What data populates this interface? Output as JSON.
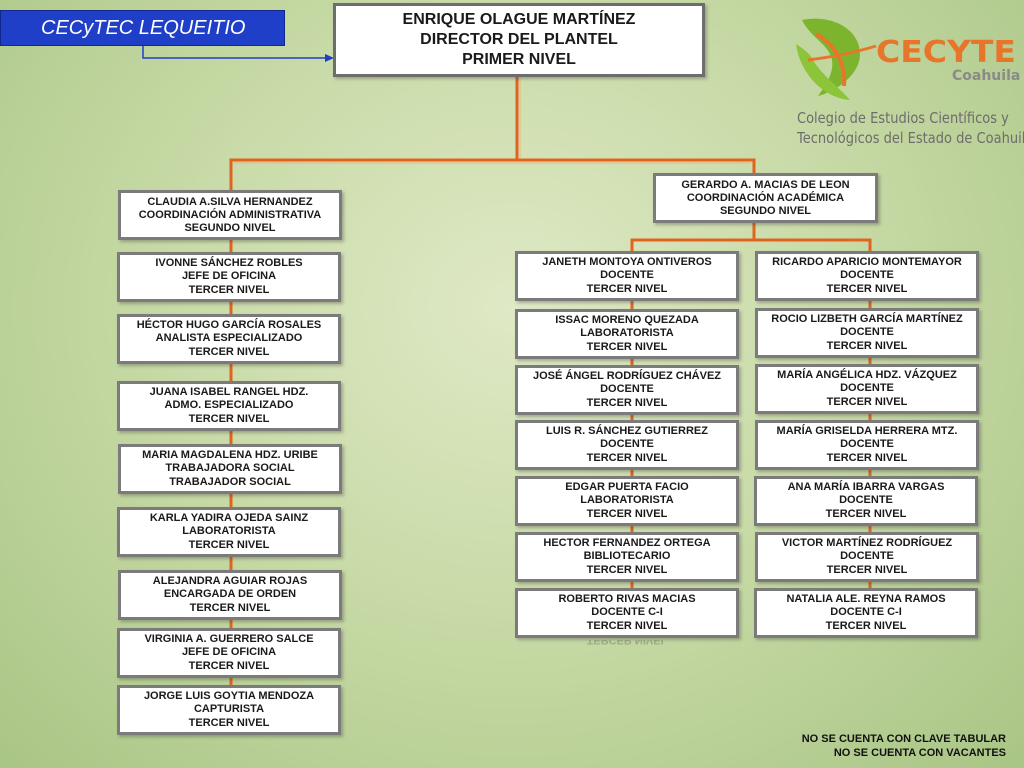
{
  "campus_label": "CECyTEC LEQUEITIO",
  "logo": {
    "brand": "CECYTE",
    "region": "Coahuila",
    "line1": "Colegio de Estudios Científicos y",
    "line2": "Tecnológicos del Estado de Coahuila"
  },
  "director": [
    "ENRIQUE OLAGUE MARTÍNEZ",
    "DIRECTOR DEL PLANTEL",
    "PRIMER NIVEL"
  ],
  "admin_head": [
    "CLAUDIA A.SILVA HERNANDEZ",
    "COORDINACIÓN ADMINISTRATIVA",
    "SEGUNDO NIVEL"
  ],
  "academic_head": [
    "GERARDO A. MACIAS DE LEON",
    "COORDINACIÓN ACADÉMICA",
    "SEGUNDO NIVEL"
  ],
  "admin_staff": [
    [
      "IVONNE SÁNCHEZ ROBLES",
      "JEFE DE OFICINA",
      "TERCER NIVEL"
    ],
    [
      "HÉCTOR HUGO GARCÍA ROSALES",
      "ANALISTA  ESPECIALIZADO",
      "TERCER NIVEL"
    ],
    [
      "JUANA ISABEL RANGEL HDZ.",
      "ADMO. ESPECIALIZADO",
      "TERCER NIVEL"
    ],
    [
      "MARIA MAGDALENA HDZ. URIBE",
      "TRABAJADORA SOCIAL",
      "TRABAJADOR SOCIAL"
    ],
    [
      "KARLA YADIRA OJEDA SAINZ",
      "LABORATORISTA",
      "TERCER NIVEL"
    ],
    [
      "ALEJANDRA AGUIAR ROJAS",
      "ENCARGADA DE ORDEN",
      "TERCER NIVEL"
    ],
    [
      "VIRGINIA A. GUERRERO SALCE",
      "JEFE DE OFICINA",
      "TERCER NIVEL"
    ],
    [
      "JORGE LUIS GOYTIA MENDOZA",
      "CAPTURISTA",
      "TERCER NIVEL"
    ]
  ],
  "academic_left": [
    [
      "JANETH MONTOYA ONTIVEROS",
      "DOCENTE",
      "TERCER NIVEL"
    ],
    [
      "ISSAC MORENO QUEZADA",
      "LABORATORISTA",
      "TERCER NIVEL"
    ],
    [
      "JOSÉ ÁNGEL RODRÍGUEZ CHÁVEZ",
      "DOCENTE",
      "TERCER NIVEL"
    ],
    [
      "LUIS R. SÁNCHEZ GUTIERREZ",
      "DOCENTE",
      "TERCER NIVEL"
    ],
    [
      "EDGAR PUERTA FACIO",
      "LABORATORISTA",
      "TERCER NIVEL"
    ],
    [
      "HECTOR FERNANDEZ ORTEGA",
      "BIBLIOTECARIO",
      "TERCER NIVEL"
    ],
    [
      "ROBERTO RIVAS MACIAS",
      "DOCENTE C-I",
      "TERCER NIVEL"
    ]
  ],
  "academic_right": [
    [
      "RICARDO APARICIO MONTEMAYOR",
      "DOCENTE",
      "TERCER NIVEL"
    ],
    [
      "ROCIO LIZBETH GARCÍA MARTÍNEZ",
      "DOCENTE",
      "TERCER NIVEL"
    ],
    [
      "MARÍA ANGÉLICA HDZ. VÁZQUEZ",
      "DOCENTE",
      "TERCER NIVEL"
    ],
    [
      "MARÍA GRISELDA HERRERA MTZ.",
      "DOCENTE",
      "TERCER NIVEL"
    ],
    [
      "ANA MARÍA IBARRA VARGAS",
      "DOCENTE",
      "TERCER NIVEL"
    ],
    [
      "VICTOR MARTÍNEZ RODRÍGUEZ",
      "DOCENTE",
      "TERCER NIVEL"
    ],
    [
      "NATALIA ALE. REYNA RAMOS",
      "DOCENTE C-I",
      "TERCER NIVEL"
    ]
  ],
  "footer_notes": [
    "NO SE CUENTA CON CLAVE TABULAR",
    "NO SE CUENTA CON VACANTES"
  ],
  "colors": {
    "connector": "#e0641e",
    "campus_tag": "#1f3fc8",
    "arrow": "#1f3fc8",
    "logo_green": "#7cb52d",
    "logo_orange": "#e8762a"
  }
}
